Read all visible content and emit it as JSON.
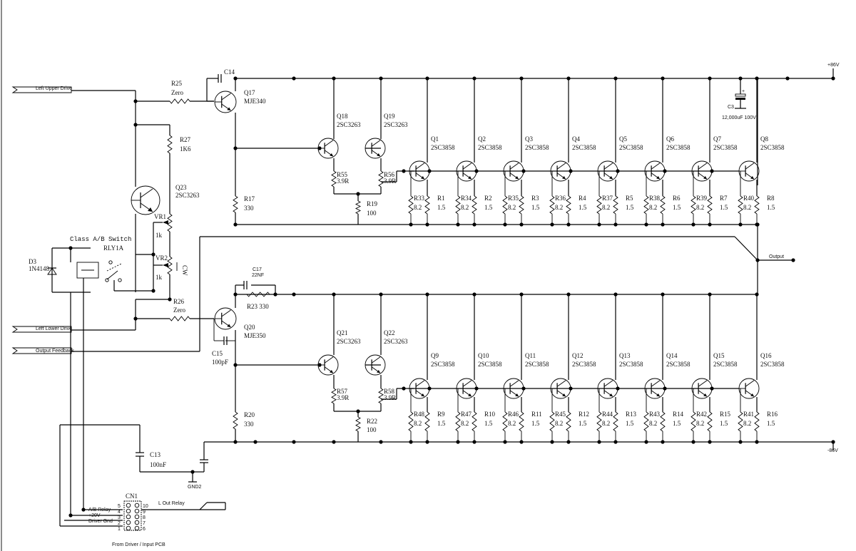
{
  "ports": {
    "left_upper_drive": "Left Upper Drive",
    "left_lower_drive": "Left Lower Drive",
    "output_feedback": "Output Feedback",
    "output": "Output",
    "plus_rail": "+86V",
    "minus_rail": "-86V",
    "l_out_relay": "L Out Relay",
    "gnd2": "GND2"
  },
  "components": {
    "c14": "C14",
    "r25": [
      "R25",
      "Zero"
    ],
    "q17": [
      "Q17",
      "MJE340"
    ],
    "r27": [
      "R27",
      "1K6"
    ],
    "q23": [
      "Q23",
      "2SC3263"
    ],
    "vr1": "VR1",
    "vr2": "VR2",
    "vr1_val": "1k",
    "vr2_val": "1k",
    "cw": "CW",
    "class_ab": "Class A/B Switch",
    "rly1a": "RLY1A",
    "d3": [
      "D3",
      "1N4148"
    ],
    "r26": [
      "R26",
      "Zero"
    ],
    "q20": [
      "Q20",
      "MJE350"
    ],
    "c15": [
      "C15",
      "100pF"
    ],
    "c17": [
      "C17",
      "22NF"
    ],
    "r23": "R23 330",
    "r17": [
      "R17",
      "330"
    ],
    "r20": [
      "R20",
      "330"
    ],
    "q18": [
      "Q18",
      "2SC3263"
    ],
    "q19": [
      "Q19",
      "2SC3263"
    ],
    "q21": [
      "Q21",
      "2SC3263"
    ],
    "q22": [
      "Q22",
      "2SC3263"
    ],
    "r55": [
      "R55",
      "3.9R"
    ],
    "r56": [
      "R56",
      "3.9R"
    ],
    "r57": [
      "R57",
      "3.9R"
    ],
    "r58": [
      "R58",
      "3.9R"
    ],
    "r19": [
      "R19",
      "100"
    ],
    "r22": [
      "R22",
      "100"
    ],
    "c3": [
      "C3",
      "12,000uF 100V"
    ],
    "c13": [
      "C13",
      "100nF"
    ],
    "cn1": "CN1",
    "cn1_sub": "From Driver / Input PCB",
    "cn1_ab": "A/B Relay",
    "cn1_p20": "+20V",
    "cn1_gnd": "Driver Gnd"
  },
  "cn1_pins_left": [
    "5",
    "4",
    "3",
    "2",
    "1"
  ],
  "cn1_pins_right": [
    "10",
    "9",
    "8",
    "7",
    "6"
  ],
  "upper_outputs": [
    {
      "q": "Q1",
      "part": "2SC3858",
      "re": "R33",
      "rev": "8.2",
      "r": "R1",
      "rv": "1.5"
    },
    {
      "q": "Q2",
      "part": "2SC3858",
      "re": "R34",
      "rev": "8.2",
      "r": "R2",
      "rv": "1.5"
    },
    {
      "q": "Q3",
      "part": "2SC3858",
      "re": "R35",
      "rev": "8.2",
      "r": "R3",
      "rv": "1.5"
    },
    {
      "q": "Q4",
      "part": "2SC3858",
      "re": "R36",
      "rev": "8.2",
      "r": "R4",
      "rv": "1.5"
    },
    {
      "q": "Q5",
      "part": "2SC3858",
      "re": "R37",
      "rev": "8.2",
      "r": "R5",
      "rv": "1.5"
    },
    {
      "q": "Q6",
      "part": "2SC3858",
      "re": "R38",
      "rev": "8.2",
      "r": "R6",
      "rv": "1.5"
    },
    {
      "q": "Q7",
      "part": "2SC3858",
      "re": "R39",
      "rev": "8.2",
      "r": "R7",
      "rv": "1.5"
    },
    {
      "q": "Q8",
      "part": "2SC3858",
      "re": "R40",
      "rev": "8.2",
      "r": "R8",
      "rv": "1.5"
    }
  ],
  "lower_outputs": [
    {
      "q": "Q9",
      "part": "2SC3858",
      "re": "R48",
      "rev": "8.2",
      "r": "R9",
      "rv": "1.5"
    },
    {
      "q": "Q10",
      "part": "2SC3858",
      "re": "R47",
      "rev": "8.2",
      "r": "R10",
      "rv": "1.5"
    },
    {
      "q": "Q11",
      "part": "2SC3858",
      "re": "R46",
      "rev": "8.2",
      "r": "R11",
      "rv": "1.5"
    },
    {
      "q": "Q12",
      "part": "2SC3858",
      "re": "R45",
      "rev": "8.2",
      "r": "R12",
      "rv": "1.5"
    },
    {
      "q": "Q13",
      "part": "2SC3858",
      "re": "R44",
      "rev": "8.2",
      "r": "R13",
      "rv": "1.5"
    },
    {
      "q": "Q14",
      "part": "2SC3858",
      "re": "R43",
      "rev": "8.2",
      "r": "R14",
      "rv": "1.5"
    },
    {
      "q": "Q15",
      "part": "2SC3858",
      "re": "R42",
      "rev": "8.2",
      "r": "R15",
      "rv": "1.5"
    },
    {
      "q": "Q16",
      "part": "2SC3858",
      "re": "R41",
      "rev": "8.2",
      "r": "R16",
      "rv": "1.5"
    }
  ]
}
